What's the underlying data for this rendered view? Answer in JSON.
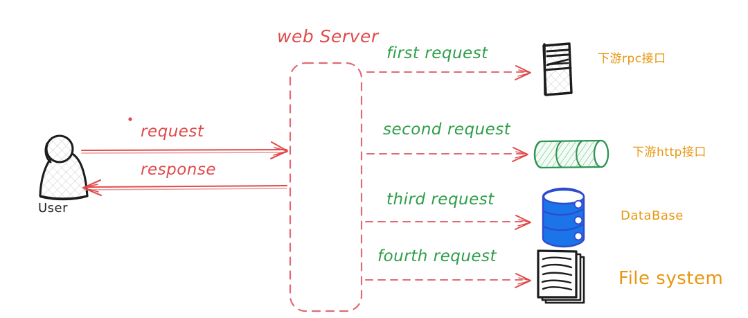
{
  "diagram": {
    "title": "web Server",
    "background_color": "#ffffff",
    "colors": {
      "red": "#e04a4a",
      "green": "#2e9e4a",
      "orange": "#e8960f",
      "black": "#232323",
      "blue": "#1b74e8"
    },
    "actor": {
      "label": "User",
      "icon": "user-person-icon"
    },
    "server": {
      "title": "web Server",
      "shape": "dashed-rounded-rectangle",
      "color": "#e04a4a"
    },
    "user_flows": [
      {
        "label": "request",
        "direction": "right",
        "color": "#e04a4a"
      },
      {
        "label": "response",
        "direction": "left",
        "color": "#e04a4a"
      }
    ],
    "requests": [
      {
        "label": "first request",
        "label_color": "#2e9e4a",
        "arrow_color": "#e04a4a",
        "target_label": "下游rpc接口",
        "target_color": "#e8960f",
        "icon": "server-rack-icon"
      },
      {
        "label": "second request",
        "label_color": "#2e9e4a",
        "arrow_color": "#e04a4a",
        "target_label": "下游http接口",
        "target_color": "#e8960f",
        "icon": "pipe-cylinder-icon"
      },
      {
        "label": "third request",
        "label_color": "#2e9e4a",
        "arrow_color": "#e04a4a",
        "target_label": "DataBase",
        "target_color": "#e8960f",
        "icon": "database-icon"
      },
      {
        "label": "fourth request",
        "label_color": "#2e9e4a",
        "arrow_color": "#e04a4a",
        "target_label": "File system",
        "target_color": "#e8960f",
        "icon": "documents-stack-icon"
      }
    ]
  }
}
